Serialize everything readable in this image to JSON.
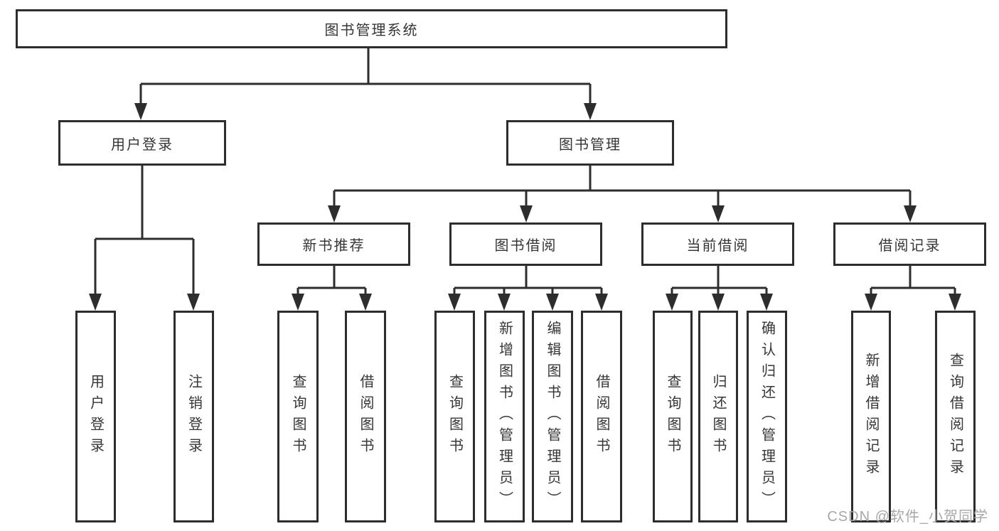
{
  "watermark": "CSDN @软件_小贺同学",
  "tree": {
    "label": "图书管理系统",
    "children": [
      {
        "label": "用户登录",
        "children": [
          {
            "label": "用户登录"
          },
          {
            "label": "注销登录"
          }
        ]
      },
      {
        "label": "图书管理",
        "children": [
          {
            "label": "新书推荐",
            "children": [
              {
                "label": "查询图书"
              },
              {
                "label": "借阅图书"
              }
            ]
          },
          {
            "label": "图书借阅",
            "children": [
              {
                "label": "查询图书"
              },
              {
                "label": "新增图书（管理员）"
              },
              {
                "label": "编辑图书（管理员）"
              },
              {
                "label": "借阅图书"
              }
            ]
          },
          {
            "label": "当前借阅",
            "children": [
              {
                "label": "查询图书"
              },
              {
                "label": "归还图书"
              },
              {
                "label": "确认归还（管理员）"
              }
            ]
          },
          {
            "label": "借阅记录",
            "children": [
              {
                "label": "新增借阅记录"
              },
              {
                "label": "查询借阅记录"
              }
            ]
          }
        ]
      }
    ]
  },
  "style": {
    "line_color": "#2d2d2d",
    "box_border_color": "#2d2d2d",
    "text_color": "#363636",
    "watermark_color": "#a8a8a8",
    "background": "#ffffff"
  }
}
